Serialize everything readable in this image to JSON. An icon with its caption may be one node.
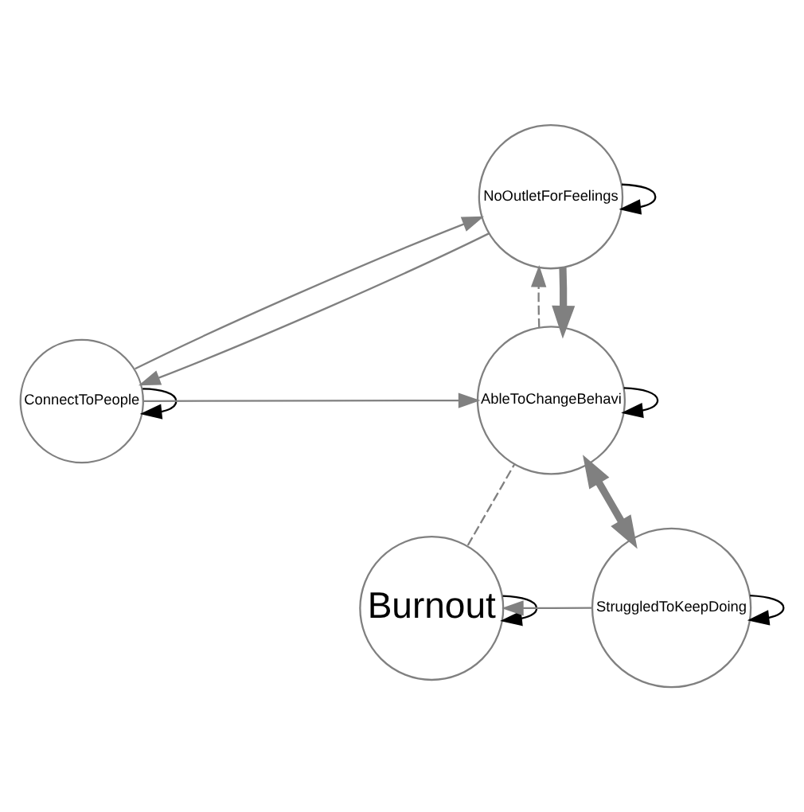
{
  "diagram": {
    "nodes": [
      {
        "text": [
          "ConnectToPeople"
        ]
      },
      {
        "text": [
          "Burnout"
        ]
      },
      {
        "text": [
          "AbleToChangeBehavi"
        ]
      },
      {
        "text": [
          "StruggledToKeepDoing"
        ]
      },
      {
        "text": [
          "NoOutletForFeelings"
        ]
      }
    ],
    "edges": [
      {
        "from": 0,
        "to": 0,
        "arrow": "to",
        "color": "#000000"
      },
      {
        "from": 1,
        "to": 1,
        "arrow": "to",
        "color": "#000000"
      },
      {
        "from": 2,
        "to": 2,
        "arrow": "to",
        "color": "#000000"
      },
      {
        "from": 3,
        "to": 3,
        "arrow": "to",
        "color": "#000000"
      },
      {
        "from": 4,
        "to": 4,
        "arrow": "to",
        "color": "#000000"
      },
      {
        "from": 0,
        "to": 2,
        "arrow": "to"
      },
      {
        "from": 1,
        "to": 2,
        "arrow": "none",
        "style": "dashed"
      },
      {
        "from": 3,
        "to": 1,
        "arrow": "to"
      },
      {
        "from": 2,
        "to": 3,
        "arrow": "both",
        "style": "thick"
      },
      {
        "from": 0,
        "to": 4,
        "arrow": "to"
      },
      {
        "from": 4,
        "to": 0,
        "arrow": "to"
      },
      {
        "from": 4,
        "to": 2,
        "arrow": "to",
        "style": "thick"
      },
      {
        "from": 2,
        "to": 4,
        "arrow": "to",
        "style": "dashed"
      }
    ]
  }
}
